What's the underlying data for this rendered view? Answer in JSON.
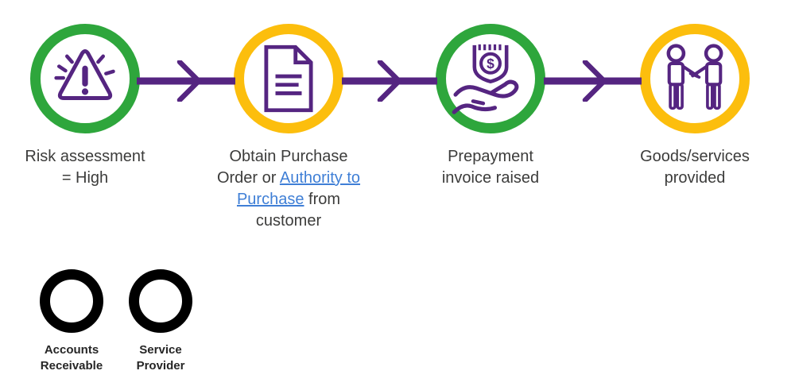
{
  "colors": {
    "green": "#2EA63C",
    "yellow": "#FCBE0D",
    "purple": "#552581",
    "link_blue": "#3F7FD6",
    "text_dark": "#3C3C3B",
    "legend_text": "#262626"
  },
  "flow": {
    "steps": [
      {
        "label": "Risk assessment\n= High",
        "ring": "green",
        "icon": "warning-triangle-icon"
      },
      {
        "ring": "yellow",
        "icon": "document-icon",
        "label_parts": {
          "line1": "Obtain Purchase",
          "line2_pre": "Order or ",
          "link_line1": "Authority to",
          "link_line2": "Purchase",
          "line3_post": " from",
          "line4": "customer"
        }
      },
      {
        "label": "Prepayment\ninvoice raised",
        "ring": "green",
        "icon": "cash-in-hand-icon"
      },
      {
        "label": "Goods/services\nprovided",
        "ring": "yellow",
        "icon": "handshake-icon"
      }
    ],
    "icon_glyphs": {
      "dollar_sign": "$"
    }
  },
  "legend": {
    "items": [
      {
        "label": "Accounts\nReceivable",
        "ring": "green"
      },
      {
        "label": "Service\nProvider",
        "ring": "yellow"
      }
    ]
  }
}
